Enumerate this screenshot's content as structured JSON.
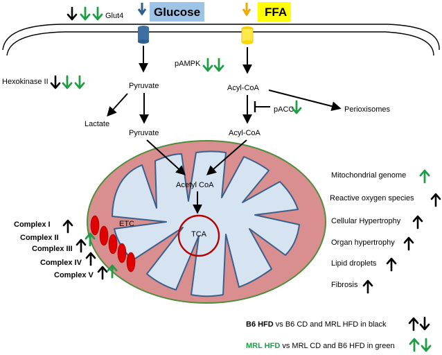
{
  "colors": {
    "black_arrow": "#000000",
    "green_arrow": "#1e9d46",
    "glucose_box": "#9dc3e6",
    "glucose_arrow": "#2e5d90",
    "ffa_box": "#ffff00",
    "ffa_arrow": "#f0a800",
    "glucose_transporter": "#3d6fa3",
    "ffa_transporter": "#ffe94a",
    "mito_outer": "#d98f8f",
    "mito_inner": "#d6e4f2",
    "tca_circle": "#b80000",
    "etc_complex": "#e00000"
  },
  "top": {
    "glucose": "Glucose",
    "ffa": "FFA",
    "glut4": "Glut4"
  },
  "pathway": {
    "hexokinase": "Hexokinase II",
    "pyruvate_1": "Pyruvate",
    "pyruvate_2": "Pyruvate",
    "lactate": "Lactate",
    "pampk": "pAMPK",
    "acyl_coa_1": "Acyl-CoA",
    "acyl_coa_2": "Acyl-CoA",
    "pacc": "pACC",
    "perioxisomes": "Perioxisomes",
    "acetyl_coa": "Acetyl CoA",
    "tca": "TCA",
    "etc": "ETC"
  },
  "complexes": [
    "Complex I",
    "Complex II",
    "Complex III",
    "Complex IV",
    "Complex V"
  ],
  "right_list": [
    "Mitochondrial genome",
    "Reactive oxygen species",
    "Cellular Hypertrophy",
    "Organ hypertrophy",
    "Lipid droplets",
    "Fibrosis"
  ],
  "legend": {
    "b6_label": "B6 HFD",
    "b6_text": " vs B6 CD and MRL HFD in black",
    "mrl_label": "MRL HFD",
    "mrl_text": " vs MRL CD and B6 HFD in green"
  }
}
